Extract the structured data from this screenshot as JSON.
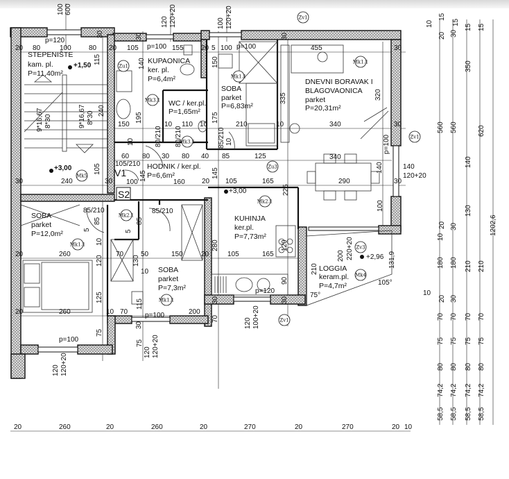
{
  "rooms": {
    "stair": {
      "name": "STEPENIŠTE",
      "floor": "kam. pl.",
      "area": "P=11,40m²",
      "level": "+1,50"
    },
    "bath": {
      "name": "KUPAONICA",
      "floor": "ker. pl.",
      "area": "P=6,4m²"
    },
    "wc": {
      "name": "WC / ker.pl.",
      "area": "P=1,65m²"
    },
    "bedroom_small": {
      "name": "SOBA",
      "floor": "parket",
      "area": "P=6,83m²"
    },
    "living": {
      "name": "DNEVNI BORAVAK I",
      "name2": "BLAGOVAONICA",
      "floor": "parket",
      "area": "P=20,31m²"
    },
    "hall": {
      "name": "HODNIK / ker.pl.",
      "area": "P=6,6m²"
    },
    "bedroom_left": {
      "name": "SOBA",
      "floor": "parket",
      "area": "P=12,0m²"
    },
    "bedroom_mid": {
      "name": "SOBA",
      "floor": "parket",
      "area": "P=7,3m²"
    },
    "kitchen": {
      "name": "KUHINJA",
      "floor": "ker.pl.",
      "area": "P=7,73m²",
      "level": "+3,00"
    },
    "loggia": {
      "name": "LOGGIA",
      "floor": "keram.pl.",
      "area": "P=4,7m²",
      "level": "+2,96"
    }
  },
  "stair_level": "+3,00",
  "entry_label": "V1",
  "stair_code": "S2",
  "tags": [
    "Zv1",
    "Zu1",
    "Mk3.1",
    "Mk3.1",
    "Mk1.1",
    "Mk1.1",
    "Mk5",
    "Zu3",
    "Mk2.1",
    "Mk2.1",
    "Mk1.1",
    "Mk1.1",
    "Zv3",
    "Mk4",
    "Zv1",
    "Zv1"
  ],
  "dims": [
    "100",
    "600",
    "120",
    "120+20",
    "100",
    "120+20",
    "p=120",
    "20",
    "80",
    "100",
    "80",
    "20",
    "105",
    "p=100",
    "155",
    "20",
    "5",
    "100",
    "p=100",
    "455",
    "30",
    "30",
    "30",
    "30",
    "115",
    "140",
    "150",
    "335",
    "320",
    "150",
    "195",
    "10",
    "110",
    "10",
    "175",
    "210",
    "10",
    "340",
    "30",
    "9*16,67",
    "8*30",
    "9*16,67",
    "8*30",
    "240",
    "80/210",
    "80/210",
    "85/210",
    "10",
    "10",
    "60",
    "80",
    "30",
    "80",
    "40",
    "85",
    "125",
    "340",
    "p=100",
    "105/210",
    "100",
    "145",
    "160",
    "20",
    "145",
    "105",
    "165",
    "290",
    "140",
    "140",
    "120+20",
    "30",
    "30",
    "240",
    "30",
    "105",
    "225",
    "100",
    "85/210",
    "85",
    "5",
    "85",
    "5",
    "85/210",
    "10",
    "20",
    "260",
    "120",
    "70",
    "50",
    "150",
    "20",
    "130",
    "10",
    "280",
    "105",
    "165",
    "120",
    "115",
    "125",
    "20",
    "260",
    "10",
    "70",
    "p=100",
    "200",
    "30",
    "75",
    "p=100",
    "120",
    "120+20",
    "75",
    "120",
    "120+20",
    "90",
    "p=120",
    "30",
    "30",
    "70",
    "120",
    "100+20",
    "200",
    "220+20",
    "210",
    "131,9",
    "105°",
    "75°",
    "20",
    "260",
    "20",
    "260",
    "20",
    "270",
    "20",
    "270",
    "20",
    "10",
    "10",
    "15",
    "20",
    "30",
    "15",
    "15",
    "15",
    "560",
    "560",
    "350",
    "620",
    "140",
    "130",
    "1202,6",
    "10",
    "20",
    "30",
    "180",
    "180",
    "210",
    "210",
    "10",
    "20",
    "30",
    "70",
    "70",
    "70",
    "70",
    "75",
    "75",
    "75",
    "75",
    "80",
    "80",
    "80",
    "80",
    "74,2",
    "74,2",
    "74,2",
    "74,2",
    "58,5",
    "58,5",
    "58,5",
    "58,5"
  ]
}
